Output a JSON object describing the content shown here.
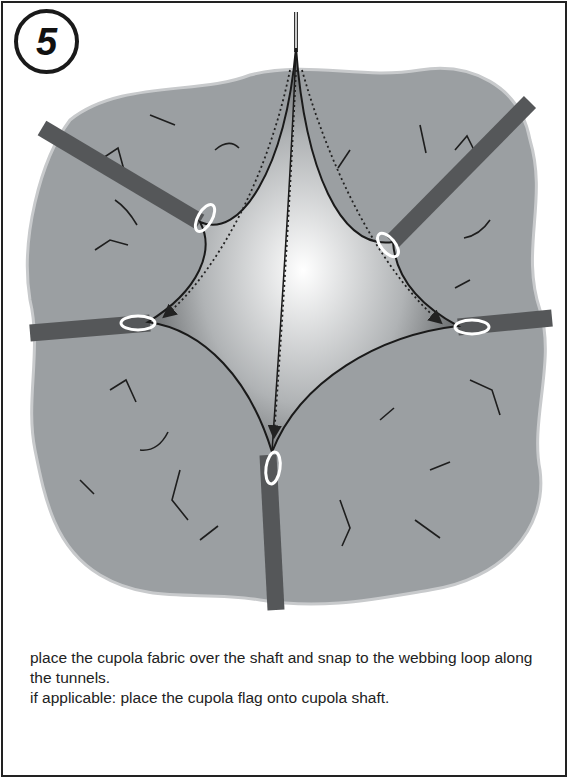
{
  "diagram": {
    "nodes": [
      {
        "text": [
          "5"
        ]
      }
    ],
    "labels": [
      "place the cupola fabric over the shaft and snap to the webbing loop along the tunnels.",
      "if applicable: place the cupola flag onto cupola shaft."
    ]
  }
}
